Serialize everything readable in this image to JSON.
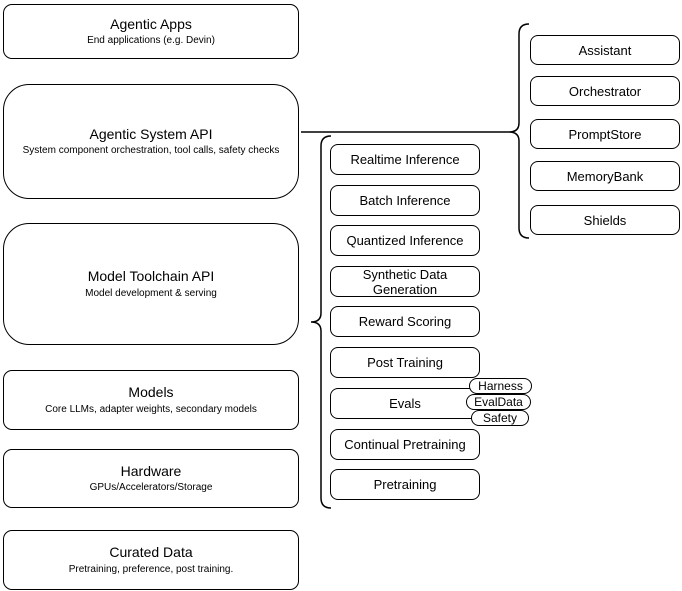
{
  "layers": [
    {
      "title": "Agentic Apps",
      "subtitle": "End applications (e.g. Devin)"
    },
    {
      "title": "Agentic System API",
      "subtitle": "System component orchestration, tool calls, safety checks"
    },
    {
      "title": "Model Toolchain API",
      "subtitle": "Model development & serving"
    },
    {
      "title": "Models",
      "subtitle": "Core LLMs, adapter weights, secondary models"
    },
    {
      "title": "Hardware",
      "subtitle": "GPUs/Accelerators/Storage"
    },
    {
      "title": "Curated Data",
      "subtitle": "Pretraining, preference, post training."
    }
  ],
  "toolchain": {
    "items": [
      "Realtime Inference",
      "Batch Inference",
      "Quantized Inference",
      "Synthetic Data Generation",
      "Reward Scoring",
      "Post Training",
      "Evals",
      "Continual Pretraining",
      "Pretraining"
    ]
  },
  "components": {
    "items": [
      "Assistant",
      "Orchestrator",
      "PromptStore",
      "MemoryBank",
      "Shields"
    ]
  },
  "eval_tags": [
    "Harness",
    "EvalData",
    "Safety"
  ],
  "colors": {
    "stroke": "#000000",
    "fill": "#ffffff",
    "canvas": "#ffffff"
  }
}
